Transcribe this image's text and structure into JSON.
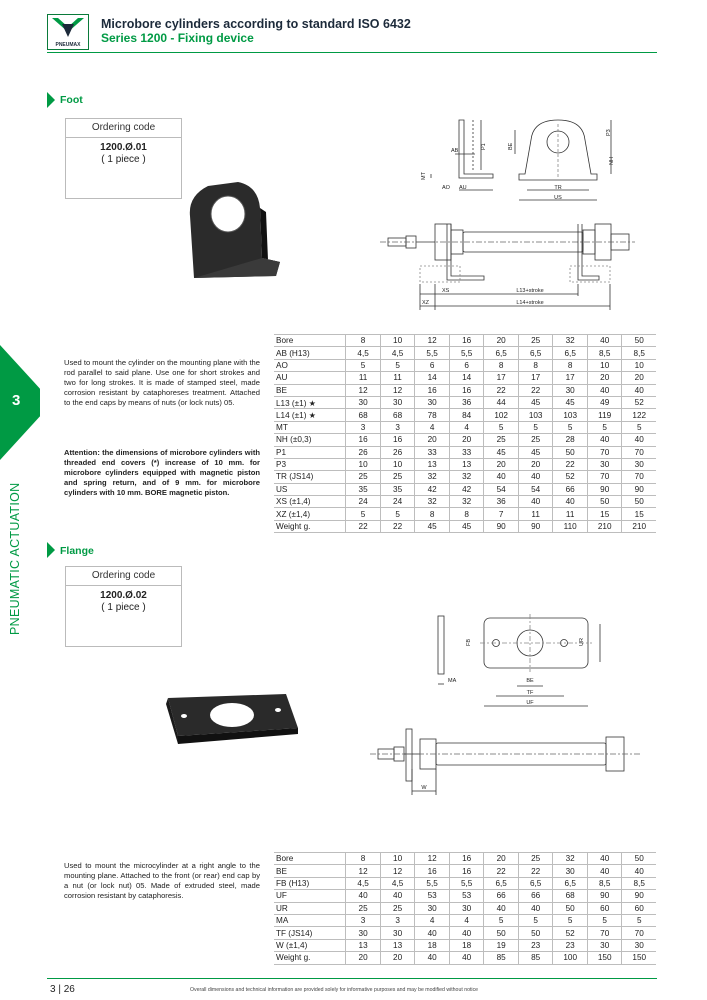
{
  "header": {
    "title": "Microbore cylinders according to standard ISO 6432",
    "subtitle": "Series 1200 - Fixing device",
    "logo_text": "PNEUMAX"
  },
  "sidebar": {
    "number": "3",
    "label": "PNEUMATIC ACTUATION"
  },
  "foot": {
    "title": "Foot",
    "ordering_label": "Ordering code",
    "code": "1200.Ø.01",
    "qty": "( 1 piece )",
    "description": "Used to mount the cylinder on the mounting plane with the rod parallel to said plane. Use one for short strokes and two for long strokes. It is made of stamped steel, made corrosion resistant by cataphoreses treatment. Attached to the end caps by means of nuts (or lock nuts) 05.",
    "attention": "Attention: the dimensions of microbore cylinders with threaded end covers (*) increase of 10 mm. for microbore cylinders equipped with magnetic piston and spring return, and of 9 mm. for microbore cylinders with 10 mm. BORE magnetic piston.",
    "drawing_labels": {
      "ab": "AB",
      "p1": "P1",
      "mt": "MT",
      "ao": "AO",
      "au": "AU",
      "be": "BE",
      "p3": "P3",
      "nh": "NH",
      "tr": "TR",
      "us": "US",
      "xs": "XS",
      "l13": "L13+stroke",
      "xz": "XZ",
      "l14": "L14+stroke"
    },
    "table": [
      [
        "Bore",
        "8",
        "10",
        "12",
        "16",
        "20",
        "25",
        "32",
        "40",
        "50"
      ],
      [
        "AB (H13)",
        "4,5",
        "4,5",
        "5,5",
        "5,5",
        "6,5",
        "6,5",
        "6,5",
        "8,5",
        "8,5"
      ],
      [
        "AO",
        "5",
        "5",
        "6",
        "6",
        "8",
        "8",
        "8",
        "10",
        "10"
      ],
      [
        "AU",
        "11",
        "11",
        "14",
        "14",
        "17",
        "17",
        "17",
        "20",
        "20"
      ],
      [
        "BE",
        "12",
        "12",
        "16",
        "16",
        "22",
        "22",
        "30",
        "40",
        "40"
      ],
      [
        "L13 (±1) ★",
        "30",
        "30",
        "30",
        "36",
        "44",
        "45",
        "45",
        "49",
        "52"
      ],
      [
        "L14 (±1) ★",
        "68",
        "68",
        "78",
        "84",
        "102",
        "103",
        "103",
        "119",
        "122"
      ],
      [
        "MT",
        "3",
        "3",
        "4",
        "4",
        "5",
        "5",
        "5",
        "5",
        "5"
      ],
      [
        "NH (±0,3)",
        "16",
        "16",
        "20",
        "20",
        "25",
        "25",
        "28",
        "40",
        "40"
      ],
      [
        "P1",
        "26",
        "26",
        "33",
        "33",
        "45",
        "45",
        "50",
        "70",
        "70"
      ],
      [
        "P3",
        "10",
        "10",
        "13",
        "13",
        "20",
        "20",
        "22",
        "30",
        "30"
      ],
      [
        "TR (JS14)",
        "25",
        "25",
        "32",
        "32",
        "40",
        "40",
        "52",
        "70",
        "70"
      ],
      [
        "US",
        "35",
        "35",
        "42",
        "42",
        "54",
        "54",
        "66",
        "90",
        "90"
      ],
      [
        "XS (±1,4)",
        "24",
        "24",
        "32",
        "32",
        "36",
        "40",
        "40",
        "50",
        "50"
      ],
      [
        "XZ (±1,4)",
        "5",
        "5",
        "8",
        "8",
        "7",
        "11",
        "11",
        "15",
        "15"
      ],
      [
        "Weight g.",
        "22",
        "22",
        "45",
        "45",
        "90",
        "90",
        "110",
        "210",
        "210"
      ]
    ]
  },
  "flange": {
    "title": "Flange",
    "ordering_label": "Ordering code",
    "code": "1200.Ø.02",
    "qty": "( 1 piece )",
    "description": "Used to mount the microcylinder at a right angle to the mounting plane. Attached to the front (or rear) end cap by a nut (or lock nut) 05. Made of extruded steel, made corrosion resistant by cataphoresis.",
    "drawing_labels": {
      "ma": "MA",
      "fb": "FB",
      "ur": "UR",
      "be": "BE",
      "tf": "TF",
      "uf": "UF",
      "w": "W"
    },
    "table": [
      [
        "Bore",
        "8",
        "10",
        "12",
        "16",
        "20",
        "25",
        "32",
        "40",
        "50"
      ],
      [
        "BE",
        "12",
        "12",
        "16",
        "16",
        "22",
        "22",
        "30",
        "40",
        "40"
      ],
      [
        "FB (H13)",
        "4,5",
        "4,5",
        "5,5",
        "5,5",
        "6,5",
        "6,5",
        "6,5",
        "8,5",
        "8,5"
      ],
      [
        "UF",
        "40",
        "40",
        "53",
        "53",
        "66",
        "66",
        "68",
        "90",
        "90"
      ],
      [
        "UR",
        "25",
        "25",
        "30",
        "30",
        "40",
        "40",
        "50",
        "60",
        "60"
      ],
      [
        "MA",
        "3",
        "3",
        "4",
        "4",
        "5",
        "5",
        "5",
        "5",
        "5"
      ],
      [
        "TF (JS14)",
        "30",
        "30",
        "40",
        "40",
        "50",
        "50",
        "52",
        "70",
        "70"
      ],
      [
        "W (±1,4)",
        "13",
        "13",
        "18",
        "18",
        "19",
        "23",
        "23",
        "30",
        "30"
      ],
      [
        "Weight g.",
        "20",
        "20",
        "40",
        "40",
        "85",
        "85",
        "100",
        "150",
        "150"
      ]
    ]
  },
  "footer": {
    "page": "3 | 26",
    "note": "Overall dimensions and technical information are provided solely for informative purposes and may be modified without notice"
  }
}
